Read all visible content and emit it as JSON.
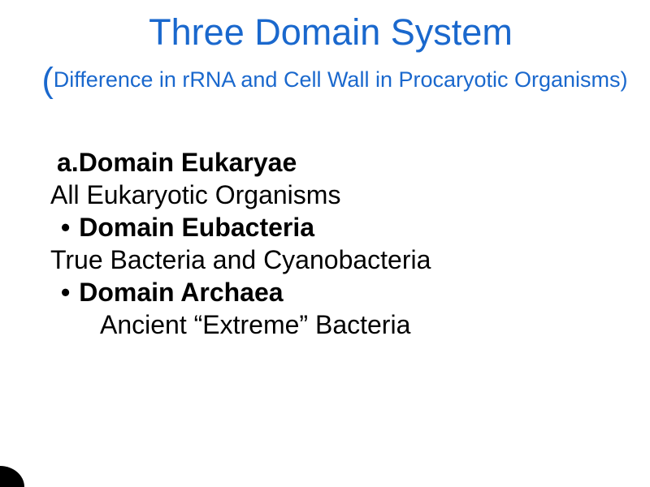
{
  "slide": {
    "title": "Three Domain System",
    "subtitle": {
      "open_paren": "(",
      "text": "Difference in rRNA and Cell Wall in Procaryotic Organisms)"
    },
    "bullet_char": "•",
    "body_lines": [
      {
        "text": "a.Domain Eukaryae",
        "style": "bold-heading"
      },
      {
        "text": "All Eukaryotic Organisms",
        "style": "regular"
      },
      {
        "text": "Domain Eubacteria",
        "style": "bold-heading-bulleted"
      },
      {
        "text": "True Bacteria and Cyanobacteria",
        "style": "regular"
      },
      {
        "text": "Domain Archaea",
        "style": "bold-heading-bulleted"
      },
      {
        "text": "Ancient “Extreme” Bacteria",
        "style": "regular-indented"
      }
    ],
    "colors": {
      "title_blue": "#1a68cd",
      "body_text": "#000000",
      "background": "#ffffff",
      "corner_artifact": "#000000"
    }
  }
}
